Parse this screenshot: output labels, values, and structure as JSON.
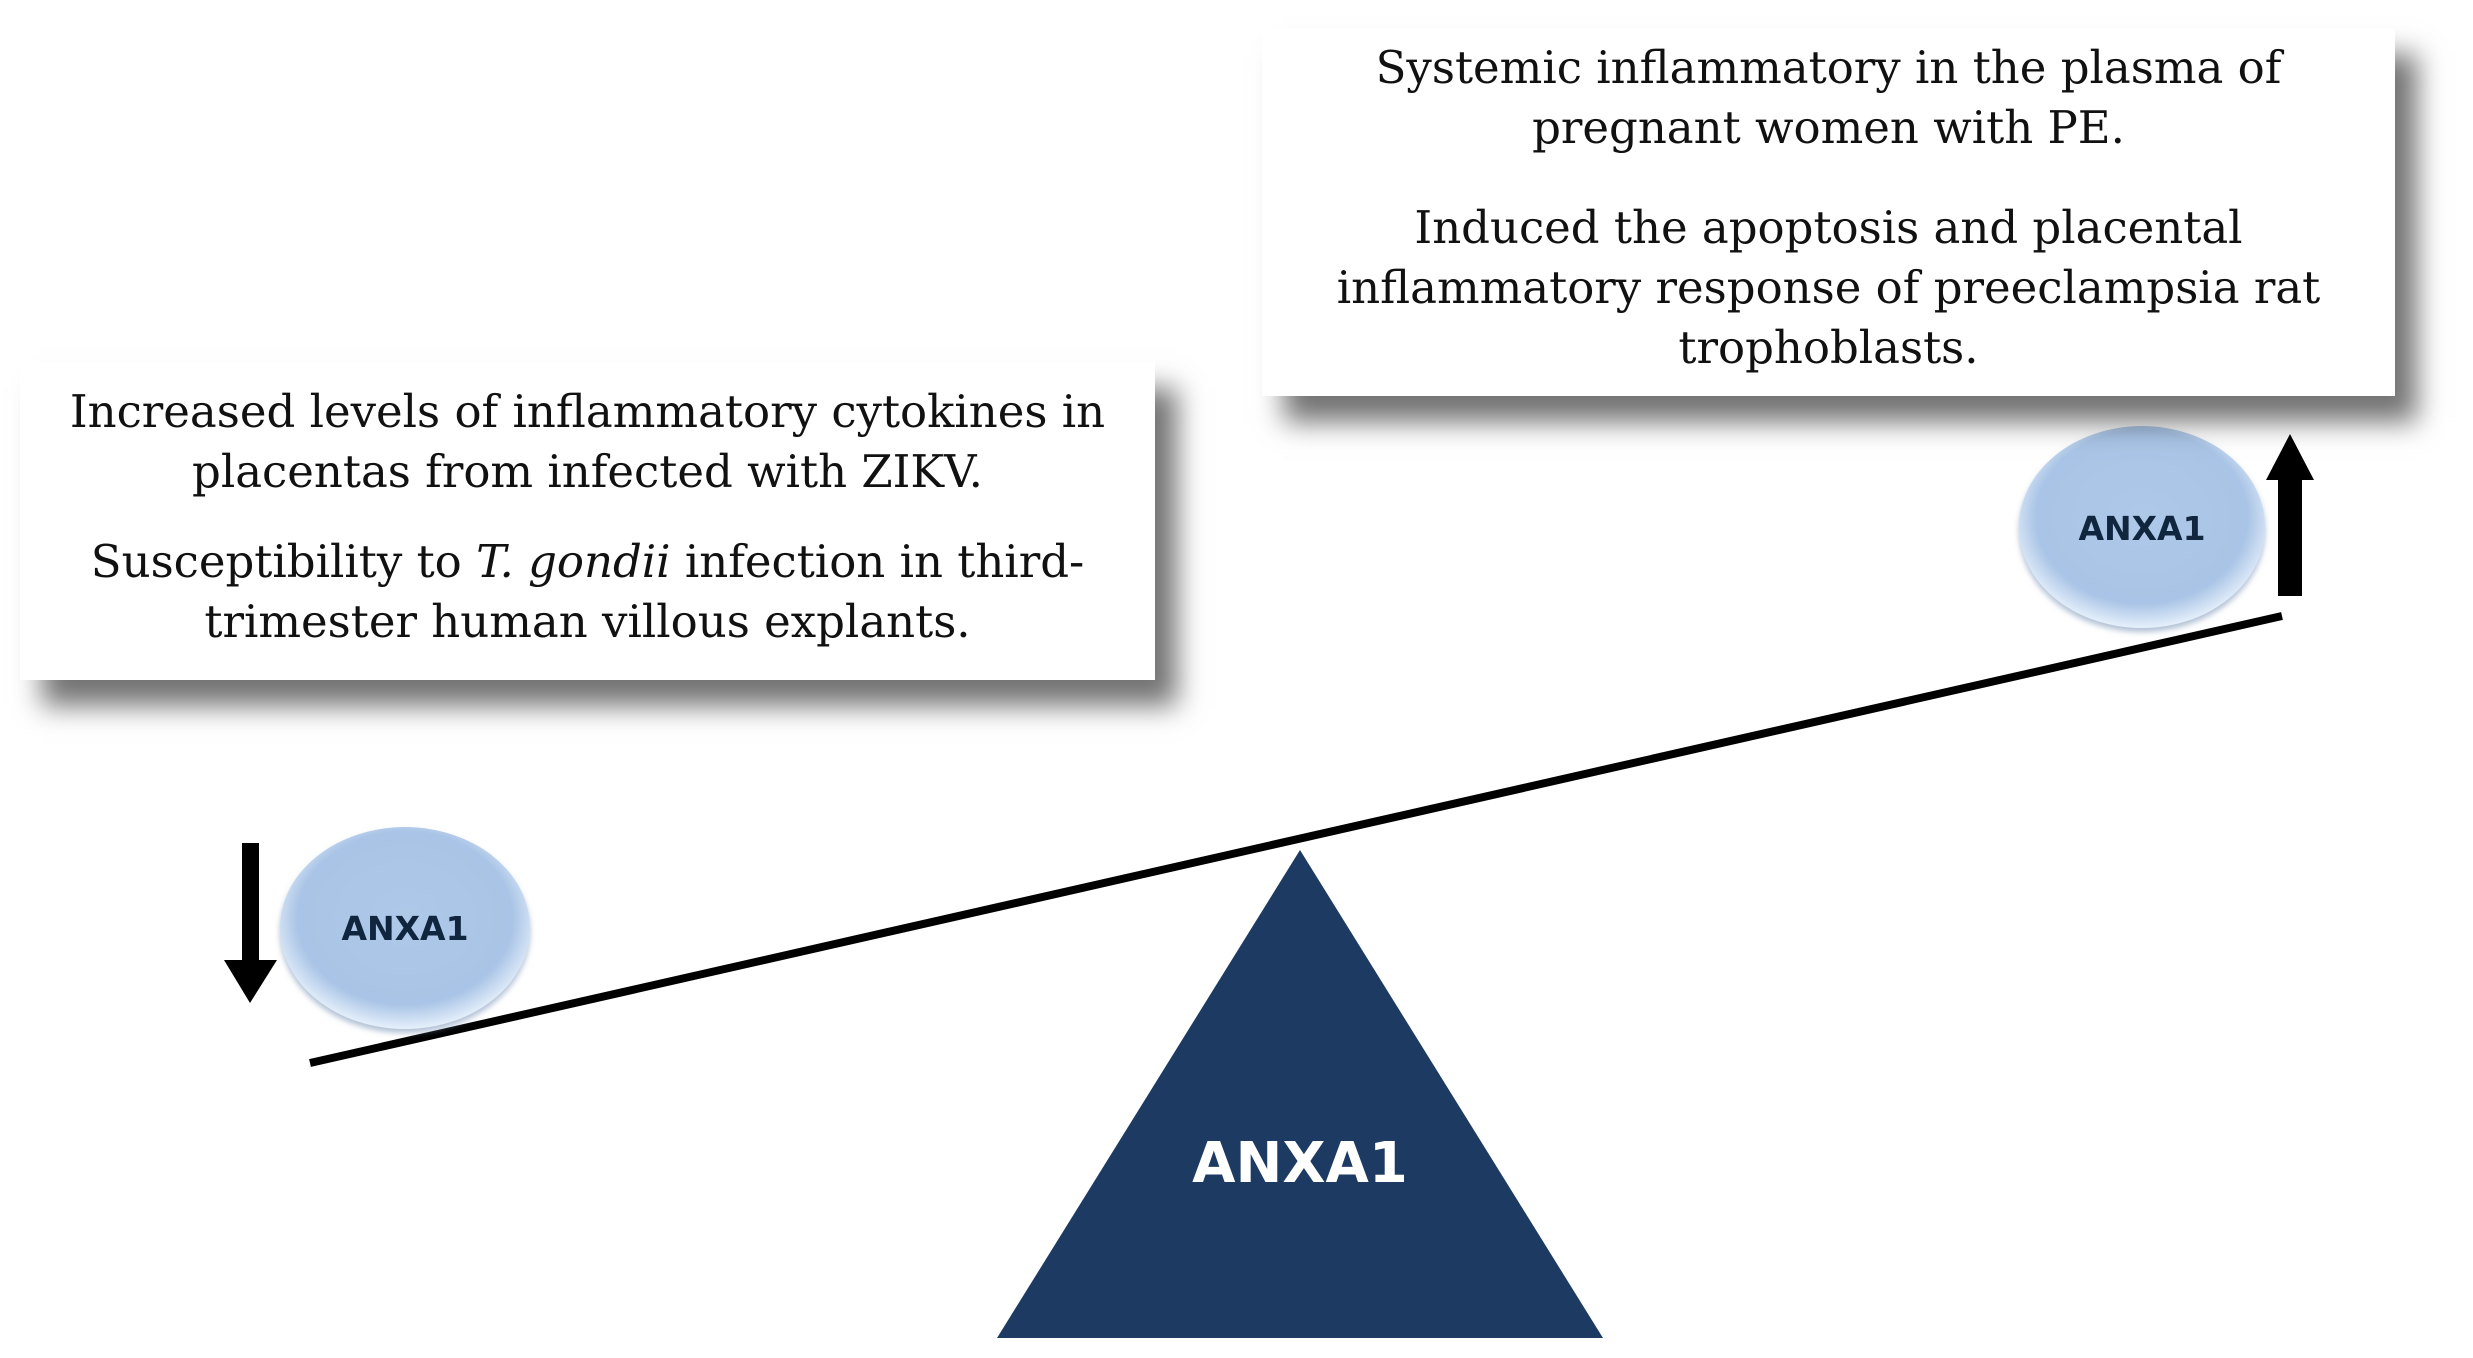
{
  "left_box": {
    "para1": "Increased levels of inflammatory cytokines in placentas from infected with ZIKV.",
    "para2_prefix": "Susceptibility to ",
    "para2_italic": "T. gondii",
    "para2_suffix": " infection in third-trimester human villous explants."
  },
  "right_box": {
    "para1": "Systemic inflammatory in the plasma of pregnant women with PE.",
    "para2": "Induced the apoptosis and placental inflammatory response of preeclampsia rat trophoblasts."
  },
  "left_oval": {
    "label": "ANXA1",
    "arrow": "down-arrow-icon"
  },
  "right_oval": {
    "label": "ANXA1",
    "arrow": "up-arrow-icon"
  },
  "fulcrum": {
    "label": "ANXA1"
  },
  "colors": {
    "fulcrum_fill": "#1c3a62",
    "oval_fill": "#aec8e8",
    "oval_edge": "#e6f0fb",
    "beam": "#000000",
    "label_dark": "#10253e",
    "label_light": "#ffffff"
  }
}
